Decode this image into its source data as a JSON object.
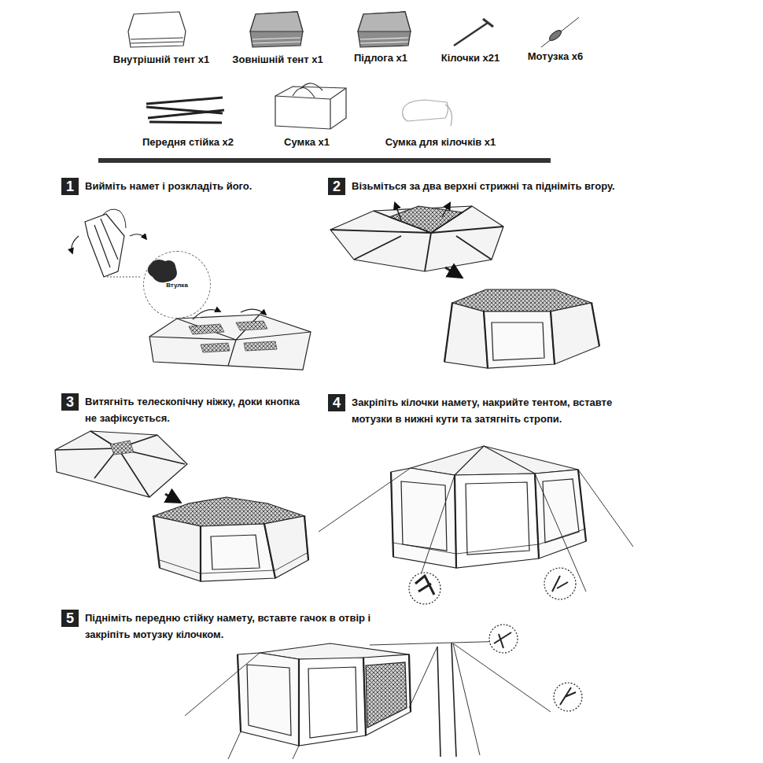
{
  "diagram": {
    "nodes": [
      {
        "text": [
          "1",
          "Вийміть намет і розкладіть його."
        ]
      },
      {
        "text": [
          "Втулка"
        ]
      },
      {
        "text": [
          "2",
          "Візьміться за два верхні стрижні та підніміть вгору."
        ]
      },
      {
        "text": [
          "3",
          "Витягніть телескопічну ніжку, доки кнопка не зафіксується."
        ]
      },
      {
        "text": [
          "4",
          "Закріпіть кілочки намету, накрийте тентом, вставте мотузки в нижні кути та затягніть стропи."
        ]
      },
      {
        "text": [
          "5",
          "Підніміть передню стійку намету, вставте гачок в отвір і закріпіть мотузку кілочком."
        ]
      }
    ],
    "labels": [
      "Внутрішній тент x1",
      "Зовнішній тент x1",
      "Підлога x1",
      "Кілочки x21",
      "Мотузка x6",
      "Передня стійка x2",
      "Сумка x1",
      "Сумка для кілочків x1"
    ]
  }
}
